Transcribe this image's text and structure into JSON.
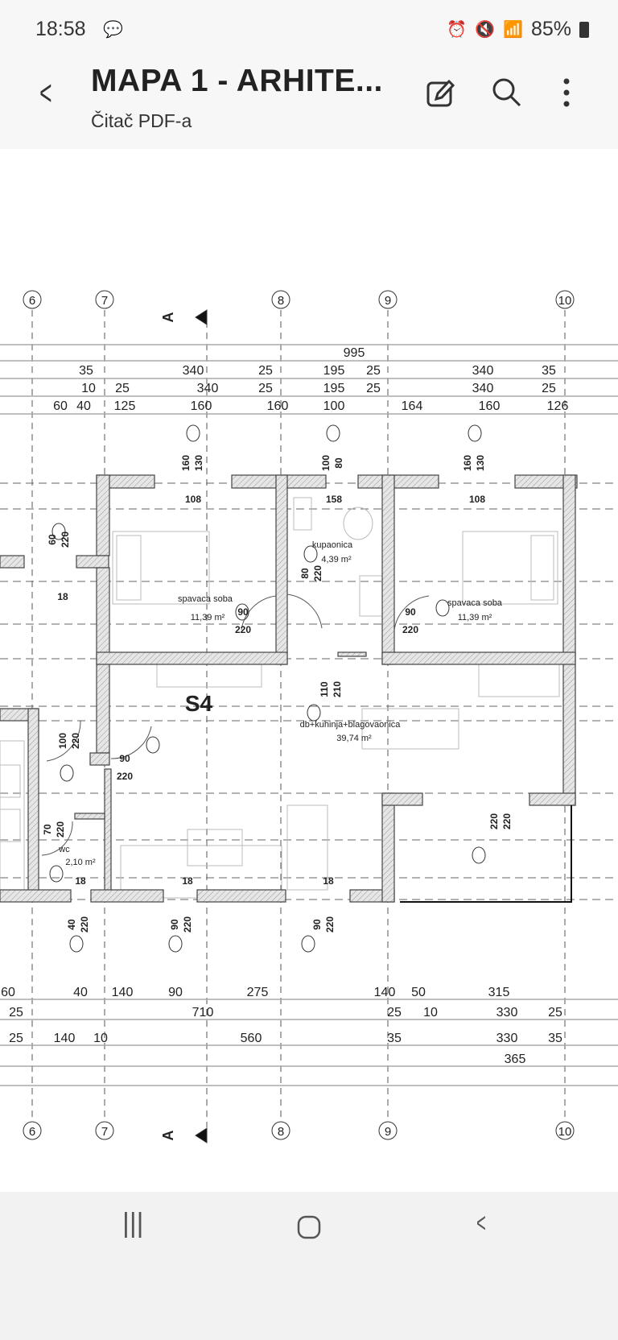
{
  "status": {
    "time": "18:58",
    "battery": "85%"
  },
  "header": {
    "title": "MAPA 1 - ARHITE...",
    "subtitle": "Čitač PDF-a"
  },
  "plan": {
    "axes": [
      "6",
      "7",
      "8",
      "9",
      "10"
    ],
    "section_label": "A",
    "dims_top": [
      [
        "995"
      ],
      [
        "35",
        "340",
        "25",
        "195",
        "25",
        "340",
        "35"
      ],
      [
        "10",
        "25",
        "340",
        "25",
        "195",
        "25",
        "340",
        "25"
      ],
      [
        "60",
        "40",
        "125",
        "160",
        "160",
        "100",
        "164",
        "160",
        "126"
      ]
    ],
    "dims_bottom": [
      [
        "60",
        "40",
        "140",
        "90",
        "275",
        "140",
        "50",
        "315"
      ],
      [
        "25",
        "710",
        "25",
        "10",
        "330",
        "25"
      ],
      [
        "25",
        "140",
        "10",
        "560",
        "35",
        "330",
        "35"
      ],
      [
        "365"
      ]
    ],
    "opening_labels_vertical": [
      [
        "160",
        "130"
      ],
      [
        "100",
        "80"
      ],
      [
        "160",
        "130"
      ],
      [
        "60",
        "220"
      ],
      [
        "80",
        "220"
      ],
      [
        "110",
        "210"
      ],
      [
        "100",
        "220"
      ],
      [
        "70",
        "220"
      ],
      [
        "220",
        "220"
      ],
      [
        "40",
        "220"
      ],
      [
        "90",
        "220"
      ],
      [
        "90",
        "220"
      ]
    ],
    "opening_labels": [
      "108",
      "158",
      "108",
      "18",
      "90",
      "220",
      "90",
      "220",
      "90",
      "220",
      "18",
      "18",
      "18"
    ],
    "unit_label": "S4",
    "rooms": [
      {
        "name": "spavaca soba",
        "area": "11,39 m²"
      },
      {
        "name": "kupaonica",
        "area": "4,39 m²"
      },
      {
        "name": "spavaca soba",
        "area": "11,39 m²"
      },
      {
        "name": "db+kuhinja+blagovaonica",
        "area": "39,74 m²"
      },
      {
        "name": "wc",
        "area": "2,10 m²"
      }
    ]
  }
}
